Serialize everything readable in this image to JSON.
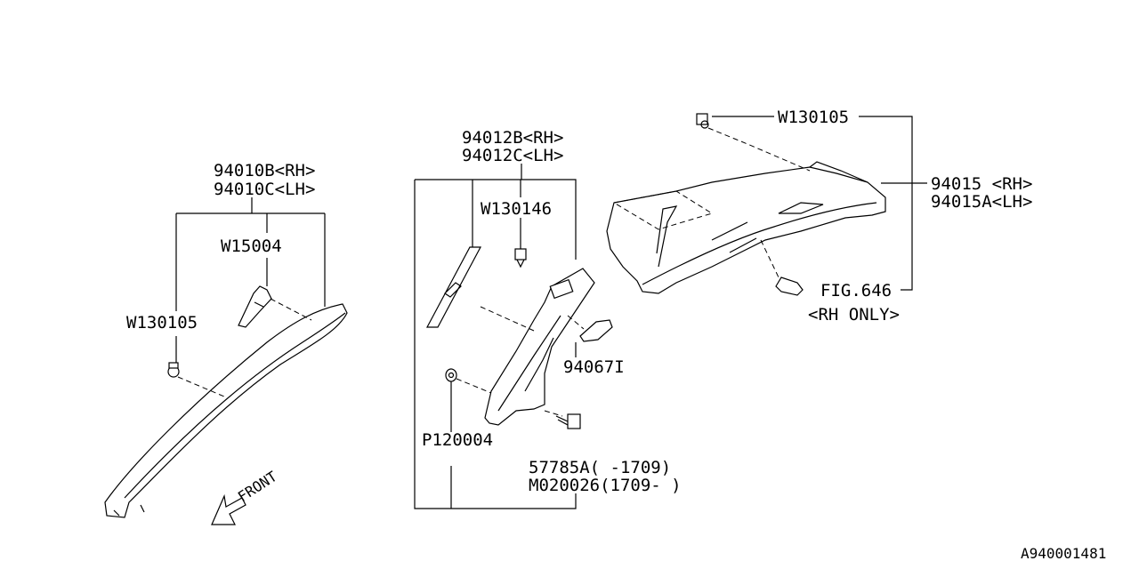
{
  "diagram_id": "A940001481",
  "front_label": "FRONT",
  "groups": {
    "front_pillar": {
      "part_rh": "94010B<RH>",
      "part_lh": "94010C<LH>",
      "clip_a": "W15004",
      "clip_b": "W130105"
    },
    "center_pillar": {
      "part_rh": "94012B<RH>",
      "part_lh": "94012C<LH>",
      "clip": "W130146",
      "cover": "94067I",
      "washer": "P120004",
      "bolt_a": "57785A(  -1709)",
      "bolt_b": "M020026(1709-  )"
    },
    "rear_pillar": {
      "clip": "W130105",
      "part_rh": "94015 <RH>",
      "part_lh": "94015A<LH>",
      "fig_ref": "FIG.646",
      "fig_note": "<RH ONLY>"
    }
  }
}
